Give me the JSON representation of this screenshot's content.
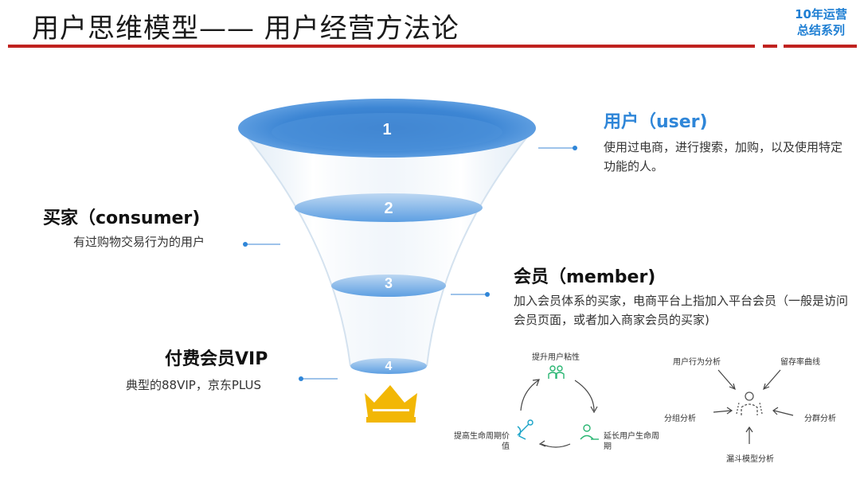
{
  "header": {
    "title": "用户思维模型—— 用户经营方法论",
    "series_line1": "10年运营",
    "series_line2": "总结系列"
  },
  "funnel": {
    "levels": [
      "1",
      "2",
      "3",
      "4"
    ]
  },
  "labels": {
    "user": {
      "title": "用户（user)",
      "desc": "使用过电商，进行搜索，加购，以及使用特定功能的人。"
    },
    "consumer": {
      "title": "买家（consumer)",
      "desc": "有过购物交易行为的用户"
    },
    "member": {
      "title": "会员（member)",
      "desc": "加入会员体系的买家，电商平台上指加入平台会员（一般是访问会员页面，或者加入商家会员的买家)"
    },
    "vip": {
      "title": "付费会员VIP",
      "desc": "典型的88VIP，京东PLUS"
    }
  },
  "cycle": {
    "top": "提升用户粘性",
    "right_line1": "延长用户生命周",
    "right_line2": "期",
    "left_line1": "提高生命周期价",
    "left_line2": "值"
  },
  "analysis": {
    "top_left": "用户行为分析",
    "top_right": "留存率曲线",
    "left": "分组分析",
    "right": "分群分析",
    "bottom": "漏斗模型分析"
  },
  "colors": {
    "accent_blue": "#2f86d8",
    "red_rule": "#c0221f",
    "crown_gold": "#f2b705"
  }
}
